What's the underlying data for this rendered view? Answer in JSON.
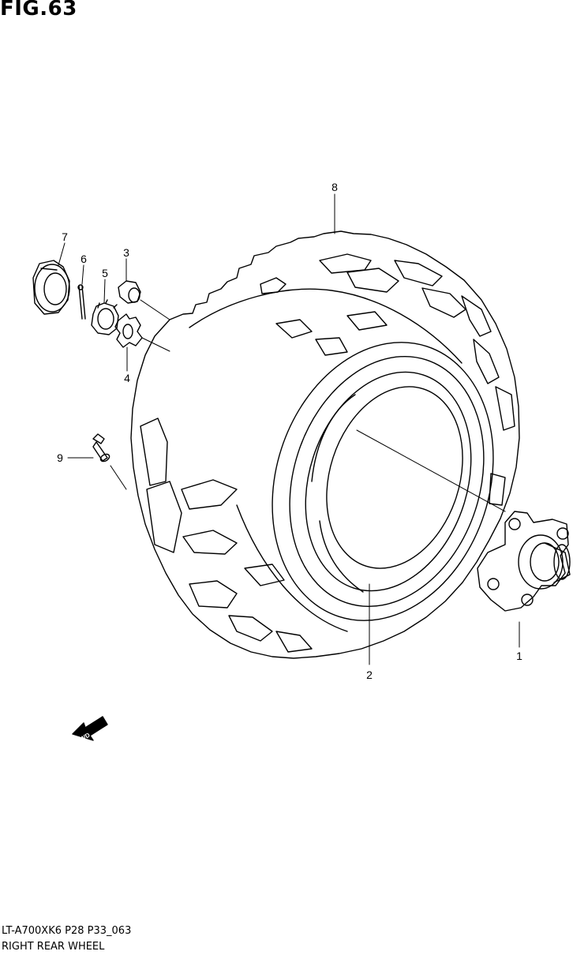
{
  "figure": {
    "title": "FIG.63",
    "code_line": "LT-A700XK6 P28 P33_063",
    "caption": "RIGHT REAR WHEEL",
    "fwd_label": "FWD"
  },
  "callouts": [
    {
      "id": "1",
      "text": "1",
      "part": "rear-wheel-hub"
    },
    {
      "id": "2",
      "text": "2",
      "part": "rear-tire-assembly"
    },
    {
      "id": "3",
      "text": "3",
      "part": "wheel-nut"
    },
    {
      "id": "4",
      "text": "4",
      "part": "lock-washer"
    },
    {
      "id": "5",
      "text": "5",
      "part": "castle-nut"
    },
    {
      "id": "6",
      "text": "6",
      "part": "cotter-pin"
    },
    {
      "id": "7",
      "text": "7",
      "part": "hub-cap"
    },
    {
      "id": "8",
      "text": "8",
      "part": "rear-tire"
    },
    {
      "id": "9",
      "text": "9",
      "part": "valve-stem"
    }
  ]
}
